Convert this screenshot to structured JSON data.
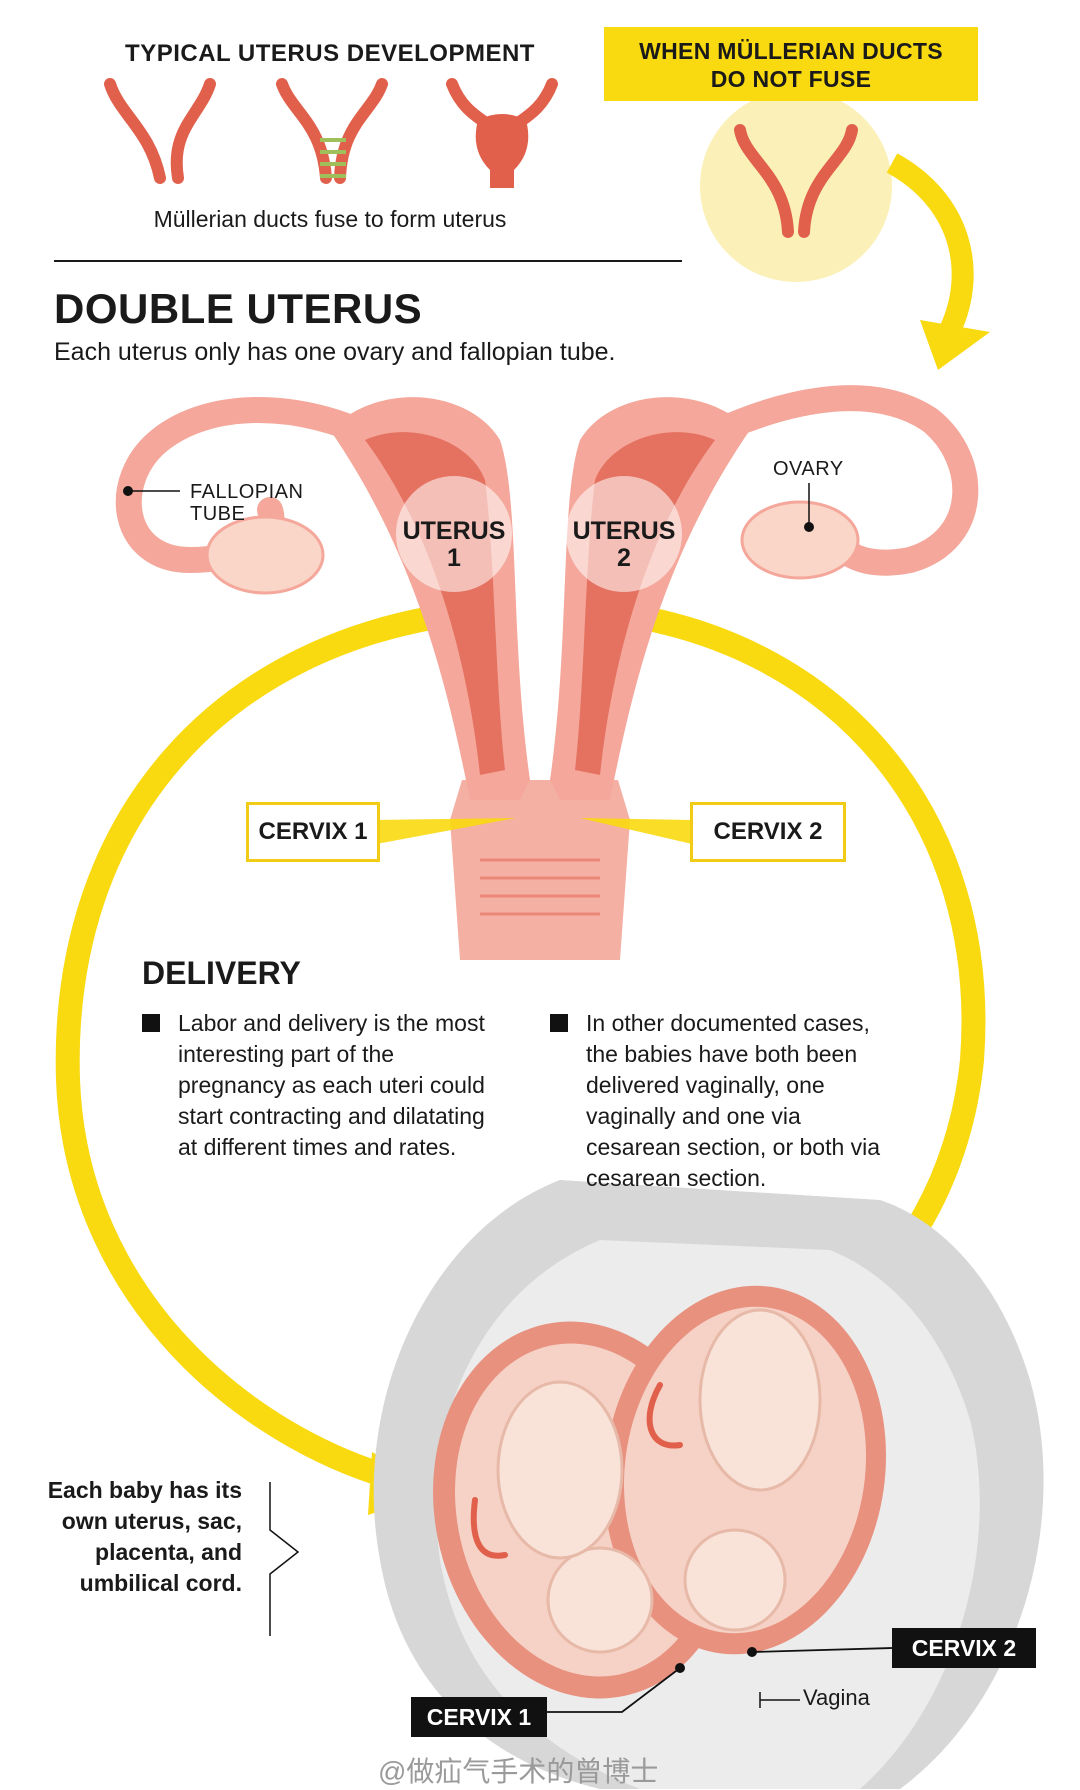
{
  "typical": {
    "title": "TYPICAL UTERUS DEVELOPMENT",
    "caption": "Müllerian ducts fuse to form uterus"
  },
  "no_fuse": {
    "title_line1": "WHEN MÜLLERIAN DUCTS",
    "title_line2": "DO NOT FUSE"
  },
  "double_uterus": {
    "title": "DOUBLE UTERUS",
    "subtitle": "Each uterus only has one ovary and fallopian tube."
  },
  "anatomy": {
    "fallopian_line1": "FALLOPIAN",
    "fallopian_line2": "TUBE",
    "ovary": "OVARY",
    "uterus1_line1": "UTERUS",
    "uterus1_line2": "1",
    "uterus2_line1": "UTERUS",
    "uterus2_line2": "2",
    "cervix1": "CERVIX 1",
    "cervix2": "CERVIX 2"
  },
  "delivery": {
    "title": "DELIVERY",
    "bullet1": "Labor and delivery is the most interesting part of the pregnancy as each uteri could start contracting and dilatating at different times and rates.",
    "bullet2": "In other documented cases, the babies have both been delivered vaginally, one vaginally and one via cesarean section, or both via cesarean section."
  },
  "pregnancy": {
    "note": "Each baby has its own uterus, sac, placenta, and umbilical cord.",
    "cervix1": "CERVIX 1",
    "cervix2": "CERVIX 2",
    "vagina": "Vagina"
  },
  "watermark": "@做疝气手术的曾博士",
  "colors": {
    "yellow": "#f9d90f",
    "uterus_red": "#e0604c",
    "uterus_pink": "#f4a79a",
    "ovary": "#f9d6c8",
    "gray": "#d7d7d7"
  }
}
